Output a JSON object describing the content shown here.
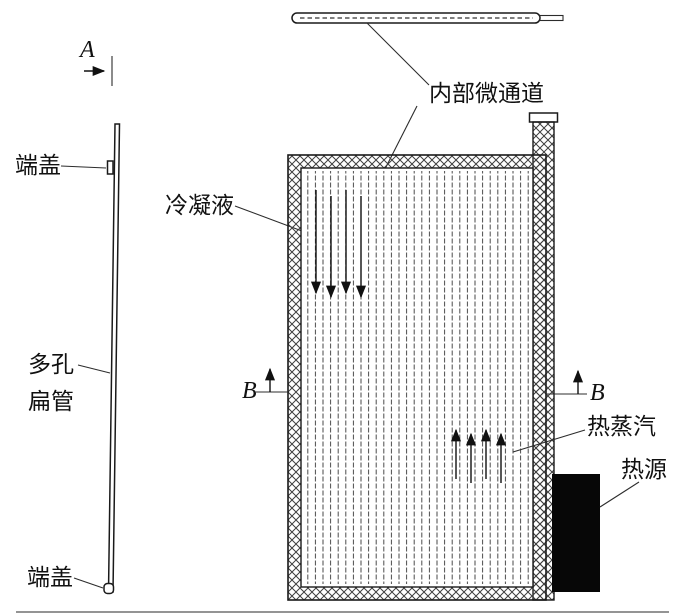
{
  "figure": {
    "labels": {
      "section_a": "A",
      "section_b_left": "B",
      "section_b_right": "B",
      "end_cap_top": "端盖",
      "end_cap_bottom": "端盖",
      "flat_tube_line1": "多孔",
      "flat_tube_line2": "扁管",
      "condensate": "冷凝液",
      "inner_microchannel": "内部微通道",
      "hot_vapor": "热蒸汽",
      "heat_source": "热源"
    },
    "colors": {
      "background": "#ffffff",
      "line": "#1a1a1a",
      "hatch": "#3f3f3f",
      "channel_line": "#4a4a4a",
      "heat_source_fill": "#070707"
    }
  }
}
